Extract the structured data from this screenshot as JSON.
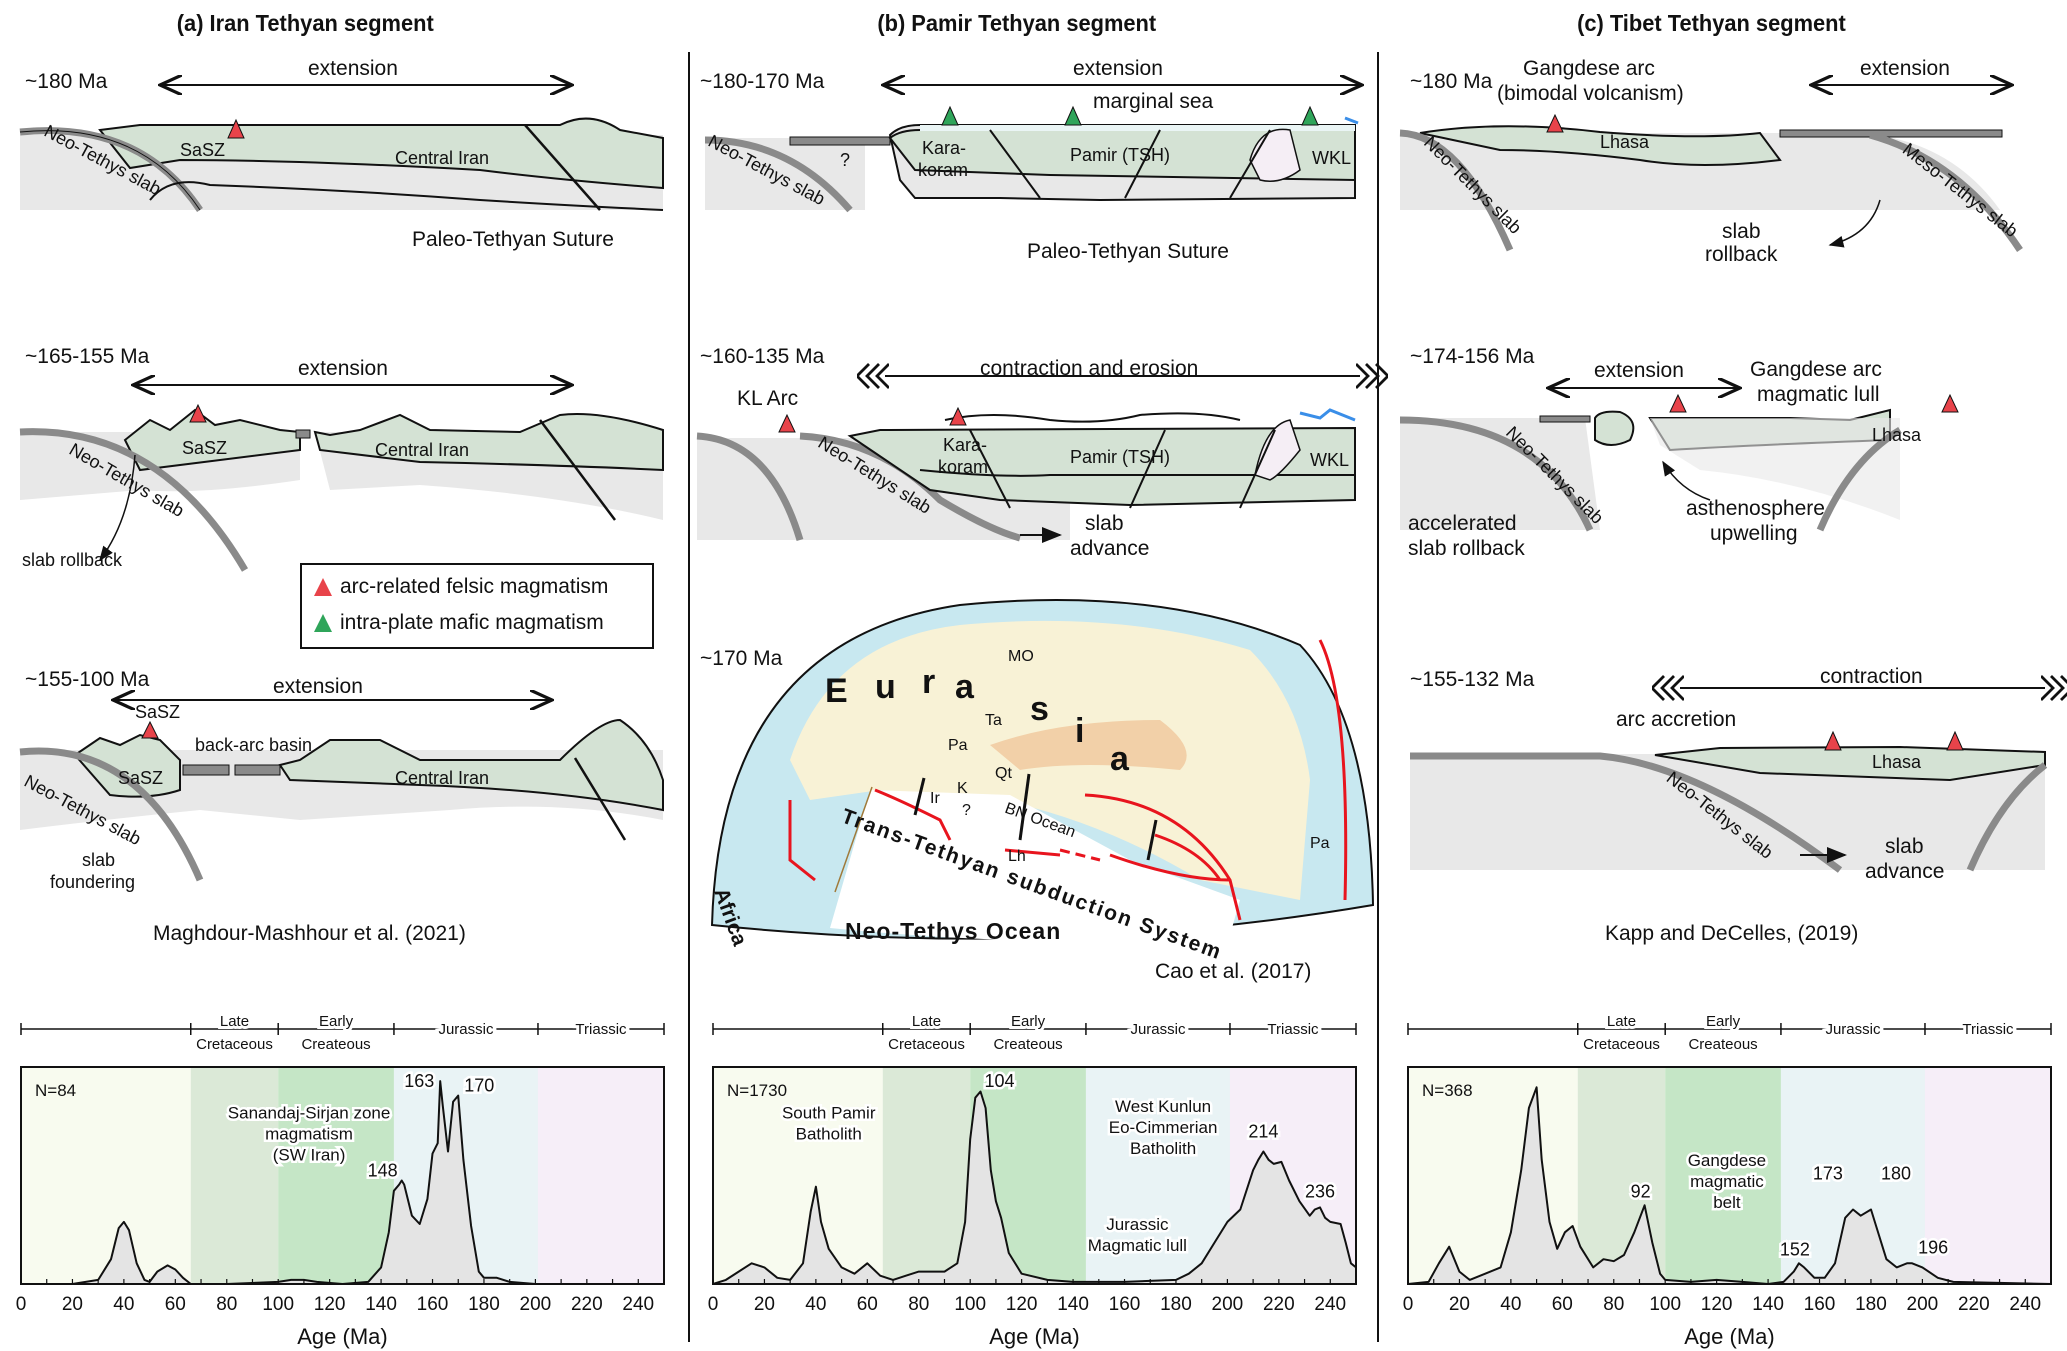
{
  "columns": [
    {
      "title": "(a) Iran Tethyan segment"
    },
    {
      "title": "(b) Pamir Tethyan segment"
    },
    {
      "title": "(c) Tibet Tethyan segment"
    }
  ],
  "iran": {
    "s1": {
      "age": "~180 Ma",
      "regime": "extension",
      "labels": [
        "Neo-Tethys slab",
        "SaSZ",
        "Central Iran",
        "Paleo-Tethyan Suture"
      ]
    },
    "s2": {
      "age": "~165-155 Ma",
      "regime": "extension",
      "labels": [
        "Neo-Tethys slab",
        "SaSZ",
        "Central Iran",
        "slab rollback"
      ]
    },
    "s3": {
      "age": "~155-100 Ma",
      "regime": "extension",
      "labels": [
        "SaSZ",
        "SaSZ",
        "back-arc basin",
        "Central Iran",
        "Neo-Tethys slab",
        "slab",
        "foundering"
      ]
    },
    "citation": "Maghdour-Mashhour et al. (2021)"
  },
  "legend": {
    "items": [
      {
        "label": "arc-related felsic magmatism",
        "color": "#e8434a"
      },
      {
        "label": "intra-plate mafic magmatism",
        "color": "#2fa55a"
      }
    ]
  },
  "pamir": {
    "s1": {
      "age": "~180-170 Ma",
      "regime": "extension",
      "labels": [
        "marginal sea",
        "Kara-",
        "koram",
        "Pamir (TSH)",
        "WKL",
        "Neo-Tethys slab",
        "?",
        "Paleo-Tethyan Suture"
      ]
    },
    "s2": {
      "age": "~160-135 Ma",
      "regime": "contraction and erosion",
      "labels": [
        "KL Arc",
        "Kara-",
        "koram",
        "Pamir (TSH)",
        "WKL",
        "Neo-Tethys slab",
        "slab",
        "advance"
      ]
    },
    "map": {
      "age": "~170 Ma",
      "continent": [
        "E",
        "u",
        "r",
        "a",
        "s",
        "i",
        "a"
      ],
      "labels": [
        "MO",
        "Ta",
        "Pa",
        "Qt",
        "K",
        "?",
        "Ir",
        "BN Ocean",
        "Lh",
        "Pa",
        "Africa"
      ],
      "system": "Trans-Tethyan subduction System",
      "ocean": "Neo-Tethys Ocean"
    },
    "citation": "Cao et al. (2017)"
  },
  "tibet": {
    "s1": {
      "age": "~180 Ma",
      "regime": "extension",
      "labels": [
        "Gangdese arc",
        "(bimodal volcanism)",
        "Lhasa",
        "Neo-Tethys slab",
        "Meso-Tethys slab",
        "slab",
        "rollback"
      ]
    },
    "s2": {
      "age": "~174-156 Ma",
      "regime": "extension",
      "labels": [
        "Gangdese arc",
        "magmatic lull",
        "Lhasa",
        "Neo-Tethys slab",
        "accelerated",
        "slab rollback",
        "asthenosphere",
        "upwelling"
      ]
    },
    "s3": {
      "age": "~155-132 Ma",
      "regime": "contraction",
      "labels": [
        "arc accretion",
        "Lhasa",
        "Neo-Tethys slab",
        "slab",
        "advance"
      ]
    },
    "citation": "Kapp and DeCelles, (2019)"
  },
  "colors": {
    "crust": "#d4e2d4",
    "mantle": "#e8e8e8",
    "slab": "#8a8a8a",
    "arc": "#e8434a",
    "mafic": "#2fa55a",
    "land": "#fbf2d4",
    "sea": "#c8e8f0",
    "orogen": "#f2d0a8",
    "trench": "#e8141e"
  },
  "chart_data": [
    {
      "type": "area",
      "panel": "Iran",
      "xlabel": "Age (Ma)",
      "ylabel": "",
      "xlim": [
        0,
        250
      ],
      "ylim": [
        0,
        1
      ],
      "x_ticks": [
        0,
        20,
        40,
        60,
        80,
        100,
        120,
        140,
        160,
        180,
        200,
        220,
        240
      ],
      "periods": [
        {
          "name": "",
          "line2": "",
          "from": 0,
          "to": 66,
          "color": "#f8fbef"
        },
        {
          "name": "Late",
          "line2": "Cretaceous",
          "from": 66,
          "to": 100,
          "color": "#dbe9d7"
        },
        {
          "name": "Early",
          "line2": "Createous",
          "from": 100,
          "to": 145,
          "color": "#c5e6c6"
        },
        {
          "name": "Jurassic",
          "line2": "",
          "from": 145,
          "to": 201,
          "color": "#e9f3f5"
        },
        {
          "name": "Triassic",
          "line2": "",
          "from": 201,
          "to": 250,
          "color": "#f6eef8"
        }
      ],
      "n_label": "N=84",
      "peaks": [
        {
          "x": 148,
          "label": "148"
        },
        {
          "x": 163,
          "label": "163"
        },
        {
          "x": 170,
          "label": "170"
        }
      ],
      "annotations": [
        {
          "text": "Sanandaj-Sirjan zone",
          "text2": "magmatism",
          "text3": "(SW Iran)"
        }
      ],
      "x": [
        0,
        20,
        30,
        35,
        38,
        40,
        42,
        45,
        48,
        50,
        53,
        57,
        60,
        63,
        66,
        70,
        80,
        100,
        105,
        110,
        115,
        125,
        135,
        140,
        143,
        145,
        147,
        148,
        149,
        152,
        155,
        158,
        160,
        162,
        163,
        164,
        166,
        168,
        170,
        172,
        175,
        178,
        180,
        185,
        190,
        200,
        210,
        250
      ],
      "values": [
        0,
        0,
        0.02,
        0.12,
        0.27,
        0.3,
        0.26,
        0.1,
        0.02,
        0.01,
        0.06,
        0.09,
        0.07,
        0.03,
        0.0,
        0,
        0,
        0.01,
        0.02,
        0.02,
        0.01,
        0,
        0.01,
        0.08,
        0.25,
        0.45,
        0.48,
        0.5,
        0.48,
        0.33,
        0.29,
        0.41,
        0.63,
        0.68,
        0.98,
        0.86,
        0.64,
        0.88,
        0.91,
        0.6,
        0.28,
        0.06,
        0.03,
        0.03,
        0.01,
        0,
        0,
        0
      ]
    },
    {
      "type": "area",
      "panel": "Pamir",
      "xlabel": "Age (Ma)",
      "ylabel": "",
      "xlim": [
        0,
        250
      ],
      "ylim": [
        0,
        1
      ],
      "x_ticks": [
        0,
        20,
        40,
        60,
        80,
        100,
        120,
        140,
        160,
        180,
        200,
        220,
        240
      ],
      "periods": [
        {
          "name": "",
          "line2": "",
          "from": 0,
          "to": 66,
          "color": "#f8fbef"
        },
        {
          "name": "Late",
          "line2": "Cretaceous",
          "from": 66,
          "to": 100,
          "color": "#dbe9d7"
        },
        {
          "name": "Early",
          "line2": "Createous",
          "from": 100,
          "to": 145,
          "color": "#c5e6c6"
        },
        {
          "name": "Jurassic",
          "line2": "",
          "from": 145,
          "to": 201,
          "color": "#e9f3f5"
        },
        {
          "name": "Triassic",
          "line2": "",
          "from": 201,
          "to": 250,
          "color": "#f6eef8"
        }
      ],
      "n_label": "N=1730",
      "peaks": [
        {
          "x": 104,
          "label": "104"
        },
        {
          "x": 214,
          "label": "214"
        },
        {
          "x": 236,
          "label": "236"
        }
      ],
      "annotations": [
        {
          "text": "South Pamir",
          "text2": "Batholith",
          "text3": ""
        },
        {
          "text": "West Kunlun",
          "text2": "Eo-Cimmerian",
          "text3": "Batholith"
        },
        {
          "text": "Jurassic",
          "text2": "Magmatic lull",
          "text3": ""
        }
      ],
      "x": [
        0,
        5,
        10,
        15,
        20,
        25,
        30,
        35,
        38,
        40,
        42,
        45,
        50,
        55,
        60,
        65,
        70,
        75,
        80,
        90,
        95,
        98,
        100,
        102,
        104,
        106,
        108,
        110,
        112,
        115,
        120,
        130,
        140,
        150,
        160,
        180,
        185,
        190,
        195,
        200,
        205,
        210,
        212,
        214,
        216,
        218,
        221,
        224,
        228,
        232,
        234,
        236,
        238,
        240,
        244,
        246,
        248,
        250
      ],
      "values": [
        0,
        0.02,
        0.06,
        0.1,
        0.08,
        0.03,
        0.02,
        0.1,
        0.35,
        0.47,
        0.3,
        0.17,
        0.08,
        0.05,
        0.1,
        0.04,
        0.02,
        0.04,
        0.06,
        0.06,
        0.1,
        0.3,
        0.7,
        0.9,
        0.93,
        0.85,
        0.55,
        0.4,
        0.32,
        0.15,
        0.05,
        0.02,
        0.01,
        0.01,
        0.01,
        0.02,
        0.05,
        0.1,
        0.2,
        0.3,
        0.36,
        0.55,
        0.6,
        0.64,
        0.6,
        0.58,
        0.59,
        0.5,
        0.4,
        0.33,
        0.36,
        0.37,
        0.32,
        0.3,
        0.29,
        0.2,
        0.1,
        0.08
      ]
    },
    {
      "type": "area",
      "panel": "Tibet",
      "xlabel": "Age (Ma)",
      "ylabel": "",
      "xlim": [
        0,
        250
      ],
      "ylim": [
        0,
        1
      ],
      "x_ticks": [
        0,
        20,
        40,
        60,
        80,
        100,
        120,
        140,
        160,
        180,
        200,
        220,
        240
      ],
      "periods": [
        {
          "name": "",
          "line2": "",
          "from": 0,
          "to": 66,
          "color": "#f8fbef"
        },
        {
          "name": "Late",
          "line2": "Cretaceous",
          "from": 66,
          "to": 100,
          "color": "#dbe9d7"
        },
        {
          "name": "Early",
          "line2": "Createous",
          "from": 100,
          "to": 145,
          "color": "#c5e6c6"
        },
        {
          "name": "Jurassic",
          "line2": "",
          "from": 145,
          "to": 201,
          "color": "#e9f3f5"
        },
        {
          "name": "Triassic",
          "line2": "",
          "from": 201,
          "to": 250,
          "color": "#f6eef8"
        }
      ],
      "n_label": "N=368",
      "peaks": [
        {
          "x": 92,
          "label": "92"
        },
        {
          "x": 152,
          "label": "152"
        },
        {
          "x": 173,
          "label": "173"
        },
        {
          "x": 180,
          "label": "180"
        },
        {
          "x": 196,
          "label": "196"
        }
      ],
      "annotations": [
        {
          "text": "Gangdese",
          "text2": "magmatic",
          "text3": "belt"
        }
      ],
      "x": [
        0,
        8,
        12,
        16,
        20,
        24,
        30,
        36,
        40,
        44,
        47,
        50,
        52,
        55,
        58,
        61,
        64,
        67,
        72,
        76,
        80,
        84,
        88,
        92,
        95,
        98,
        100,
        110,
        120,
        130,
        140,
        146,
        150,
        152,
        154,
        158,
        162,
        166,
        170,
        173,
        176,
        180,
        182,
        186,
        190,
        194,
        196,
        200,
        206,
        212,
        250
      ],
      "values": [
        0,
        0.01,
        0.1,
        0.18,
        0.06,
        0.02,
        0.05,
        0.08,
        0.25,
        0.55,
        0.85,
        0.95,
        0.6,
        0.3,
        0.17,
        0.25,
        0.28,
        0.18,
        0.08,
        0.12,
        0.11,
        0.14,
        0.25,
        0.38,
        0.2,
        0.05,
        0.02,
        0.01,
        0.02,
        0.01,
        0,
        0.01,
        0.06,
        0.1,
        0.08,
        0.03,
        0.03,
        0.1,
        0.32,
        0.36,
        0.33,
        0.36,
        0.28,
        0.12,
        0.08,
        0.1,
        0.1,
        0.08,
        0.03,
        0.01,
        0
      ]
    }
  ]
}
